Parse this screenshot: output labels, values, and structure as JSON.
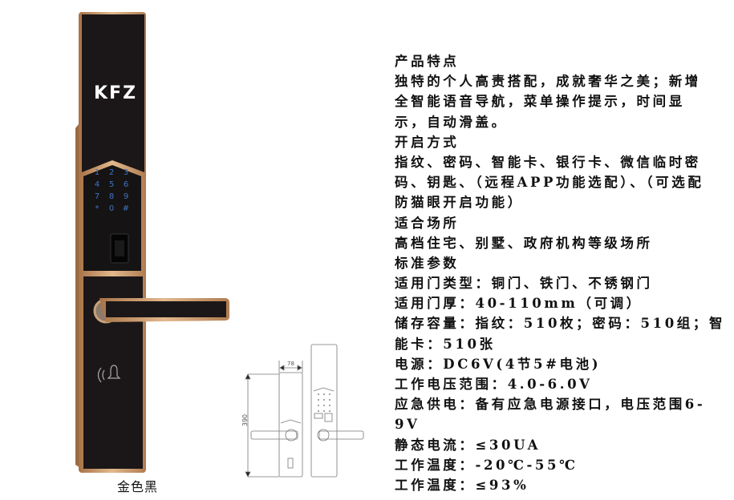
{
  "product": {
    "brand": "KFZ",
    "color_caption": "金色黑",
    "keypad_keys": [
      "1",
      "2",
      "3",
      "4",
      "5",
      "6",
      "7",
      "8",
      "9",
      "*",
      "0",
      "#"
    ],
    "colors": {
      "gold": "#c89a6a",
      "panel": "#1b1718",
      "keypad_digit": "#3f74c0"
    }
  },
  "diagram": {
    "width_label": "78",
    "height_label": "390"
  },
  "specs": [
    "产品特点",
    "独特的个人高责搭配，成就奢华之美；新增",
    "全智能语音导航，菜单操作提示，时间显",
    "示，自动滑盖。",
    "开启方式",
    "指纹、密码、智能卡、银行卡、微信临时密",
    "码、钥匙、（远程APP功能选配）、（可选配",
    "防猫眼开启功能）",
    "适合场所",
    "高档住宅、别墅、政府机构等级场所",
    "标准参数",
    "适用门类型：铜门、铁门、不锈钢门",
    "适用门厚：40-110mm（可调）",
    "储存容量：指纹：510枚；密码：510组；智",
    "能卡：510张",
    "电源：DC6V(4节5#电池)",
    "工作电压范围：4.0-6.0V",
    "应急供电：备有应急电源接口，电压范围6-",
    "9V",
    "静态电流：≤30UA",
    "工作温度：-20℃-55℃",
    "工作温度：≤93%"
  ]
}
